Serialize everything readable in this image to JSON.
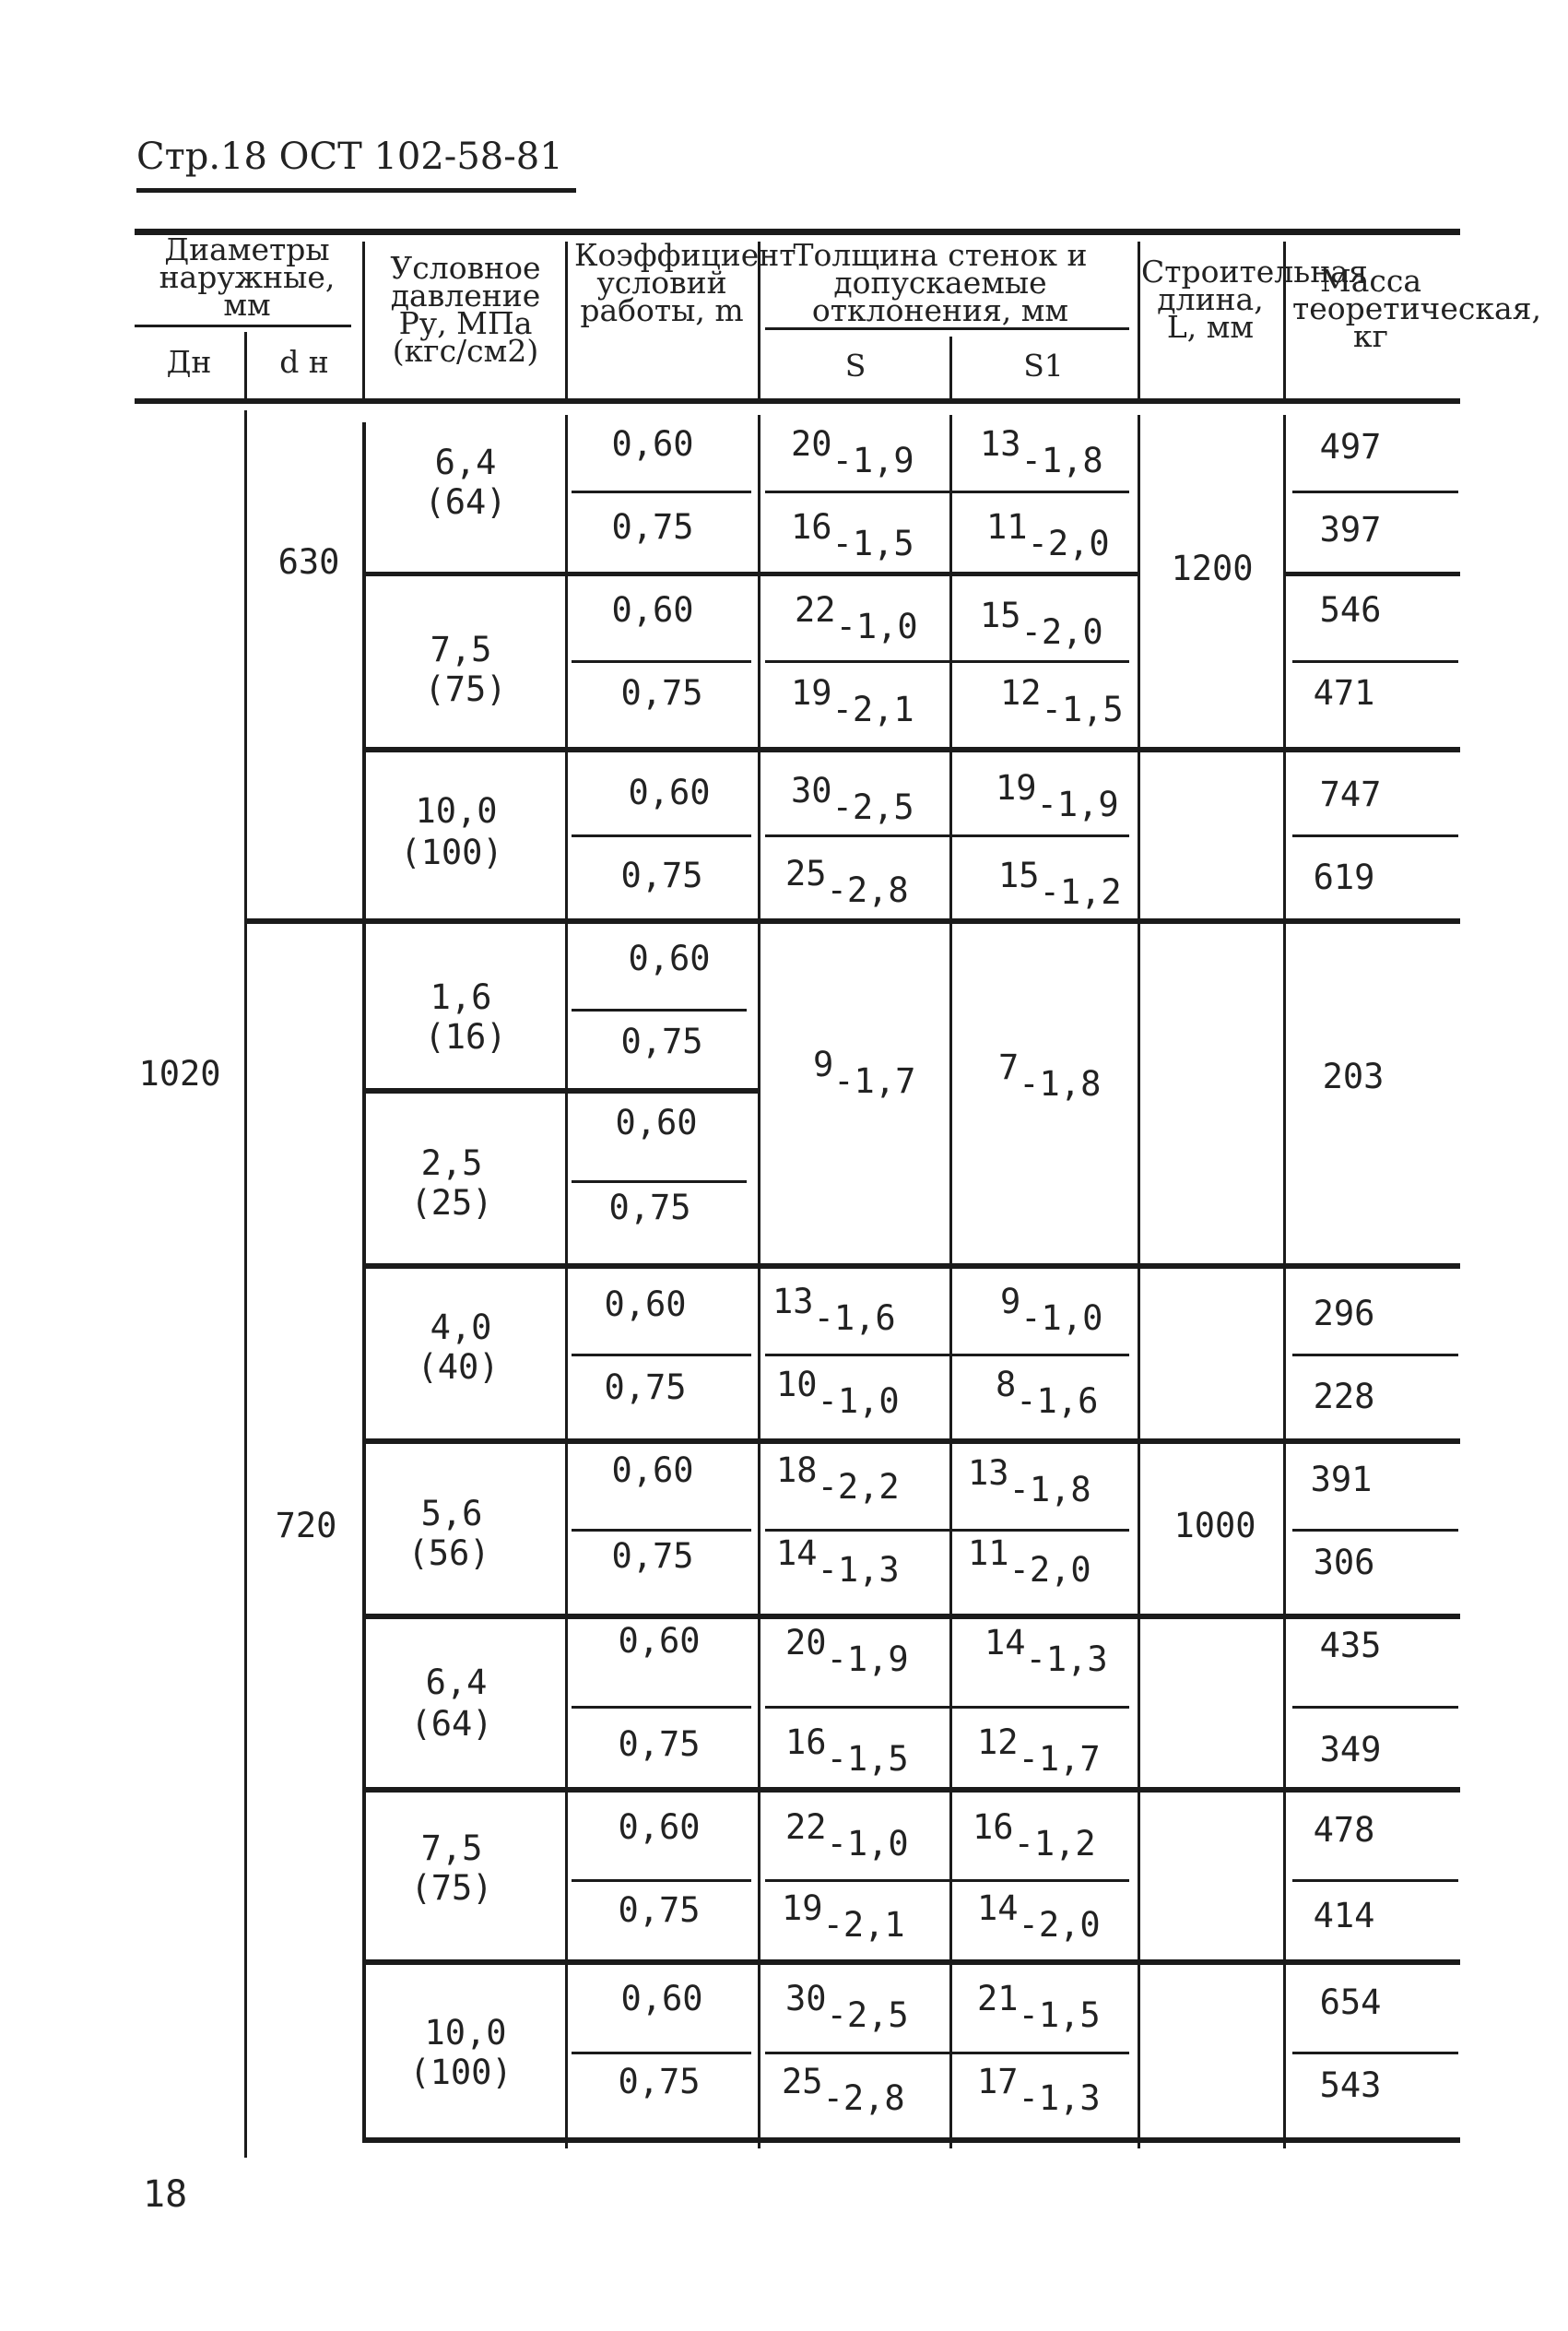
{
  "page": {
    "header": "Стр.18 ОСТ 102-58-81",
    "page_number": "18"
  },
  "table": {
    "columns": {
      "diameters": "Диаметры наружные, мм",
      "dn": "Дн",
      "dn_inner": "d н",
      "pressure": "Условное давление Ру, МПа (кгс/см2)",
      "coefficient": "Коэффициент условий работы, m",
      "thickness": "Толщина стенок и допускаемые отклонения, мм",
      "s": "S",
      "s1": "S1",
      "length": "Строительная длина, L, мм",
      "mass": "Масса теоретическая, кг"
    },
    "dn_value": "1020",
    "blocks": [
      {
        "d_inner": "630",
        "length": "1200",
        "groups": [
          {
            "pressure": "6,4",
            "pressure_kgf": "(64)",
            "rows": [
              {
                "m": "0,60",
                "s": "20",
                "s_dev": "-1,9",
                "s1": "13",
                "s1_dev": "-1,8",
                "mass": "497"
              },
              {
                "m": "0,75",
                "s": "16",
                "s_dev": "-1,5",
                "s1": "11",
                "s1_dev": "-2,0",
                "mass": "397"
              }
            ]
          },
          {
            "pressure": "7,5",
            "pressure_kgf": "(75)",
            "rows": [
              {
                "m": "0,60",
                "s": "22",
                "s_dev": "-1,0",
                "s1": "15",
                "s1_dev": "-2,0",
                "mass": "546"
              },
              {
                "m": "0,75",
                "s": "19",
                "s_dev": "-2,1",
                "s1": "12",
                "s1_dev": "-1,5",
                "mass": "471"
              }
            ]
          },
          {
            "pressure": "10,0",
            "pressure_kgf": "(100)",
            "rows": [
              {
                "m": "0,60",
                "s": "30",
                "s_dev": "-2,5",
                "s1": "19",
                "s1_dev": "-1,9",
                "mass": "747"
              },
              {
                "m": "0,75",
                "s": "25",
                "s_dev": "-2,8",
                "s1": "15",
                "s1_dev": "-1,2",
                "mass": "619"
              }
            ]
          }
        ]
      },
      {
        "d_inner": "720",
        "length": "1000",
        "shared": {
          "s": "9",
          "s_dev": "-1,7",
          "s1": "7",
          "s1_dev": "-1,8",
          "mass": "203"
        },
        "groups": [
          {
            "pressure": "1,6",
            "pressure_kgf": "(16)",
            "rows": [
              {
                "m": "0,60"
              },
              {
                "m": "0,75"
              }
            ]
          },
          {
            "pressure": "2,5",
            "pressure_kgf": "(25)",
            "rows": [
              {
                "m": "0,60"
              },
              {
                "m": "0,75"
              }
            ]
          },
          {
            "pressure": "4,0",
            "pressure_kgf": "(40)",
            "rows": [
              {
                "m": "0,60",
                "s": "13",
                "s_dev": "-1,6",
                "s1": "9",
                "s1_dev": "-1,0",
                "mass": "296"
              },
              {
                "m": "0,75",
                "s": "10",
                "s_dev": "-1,0",
                "s1": "8",
                "s1_dev": "-1,6",
                "mass": "228"
              }
            ]
          },
          {
            "pressure": "5,6",
            "pressure_kgf": "(56)",
            "rows": [
              {
                "m": "0,60",
                "s": "18",
                "s_dev": "-2,2",
                "s1": "13",
                "s1_dev": "-1,8",
                "mass": "391"
              },
              {
                "m": "0,75",
                "s": "14",
                "s_dev": "-1,3",
                "s1": "11",
                "s1_dev": "-2,0",
                "mass": "306"
              }
            ]
          },
          {
            "pressure": "6,4",
            "pressure_kgf": "(64)",
            "rows": [
              {
                "m": "0,60",
                "s": "20",
                "s_dev": "-1,9",
                "s1": "14",
                "s1_dev": "-1,3",
                "mass": "435"
              },
              {
                "m": "0,75",
                "s": "16",
                "s_dev": "-1,5",
                "s1": "12",
                "s1_dev": "-1,7",
                "mass": "349"
              }
            ]
          },
          {
            "pressure": "7,5",
            "pressure_kgf": "(75)",
            "rows": [
              {
                "m": "0,60",
                "s": "22",
                "s_dev": "-1,0",
                "s1": "16",
                "s1_dev": "-1,2",
                "mass": "478"
              },
              {
                "m": "0,75",
                "s": "19",
                "s_dev": "-2,1",
                "s1": "14",
                "s1_dev": "-2,0",
                "mass": "414"
              }
            ]
          },
          {
            "pressure": "10,0",
            "pressure_kgf": "(100)",
            "rows": [
              {
                "m": "0,60",
                "s": "30",
                "s_dev": "-2,5",
                "s1": "21",
                "s1_dev": "-1,5",
                "mass": "654"
              },
              {
                "m": "0,75",
                "s": "25",
                "s_dev": "-2,8",
                "s1": "17",
                "s1_dev": "-1,3",
                "mass": "543"
              }
            ]
          }
        ]
      }
    ]
  }
}
